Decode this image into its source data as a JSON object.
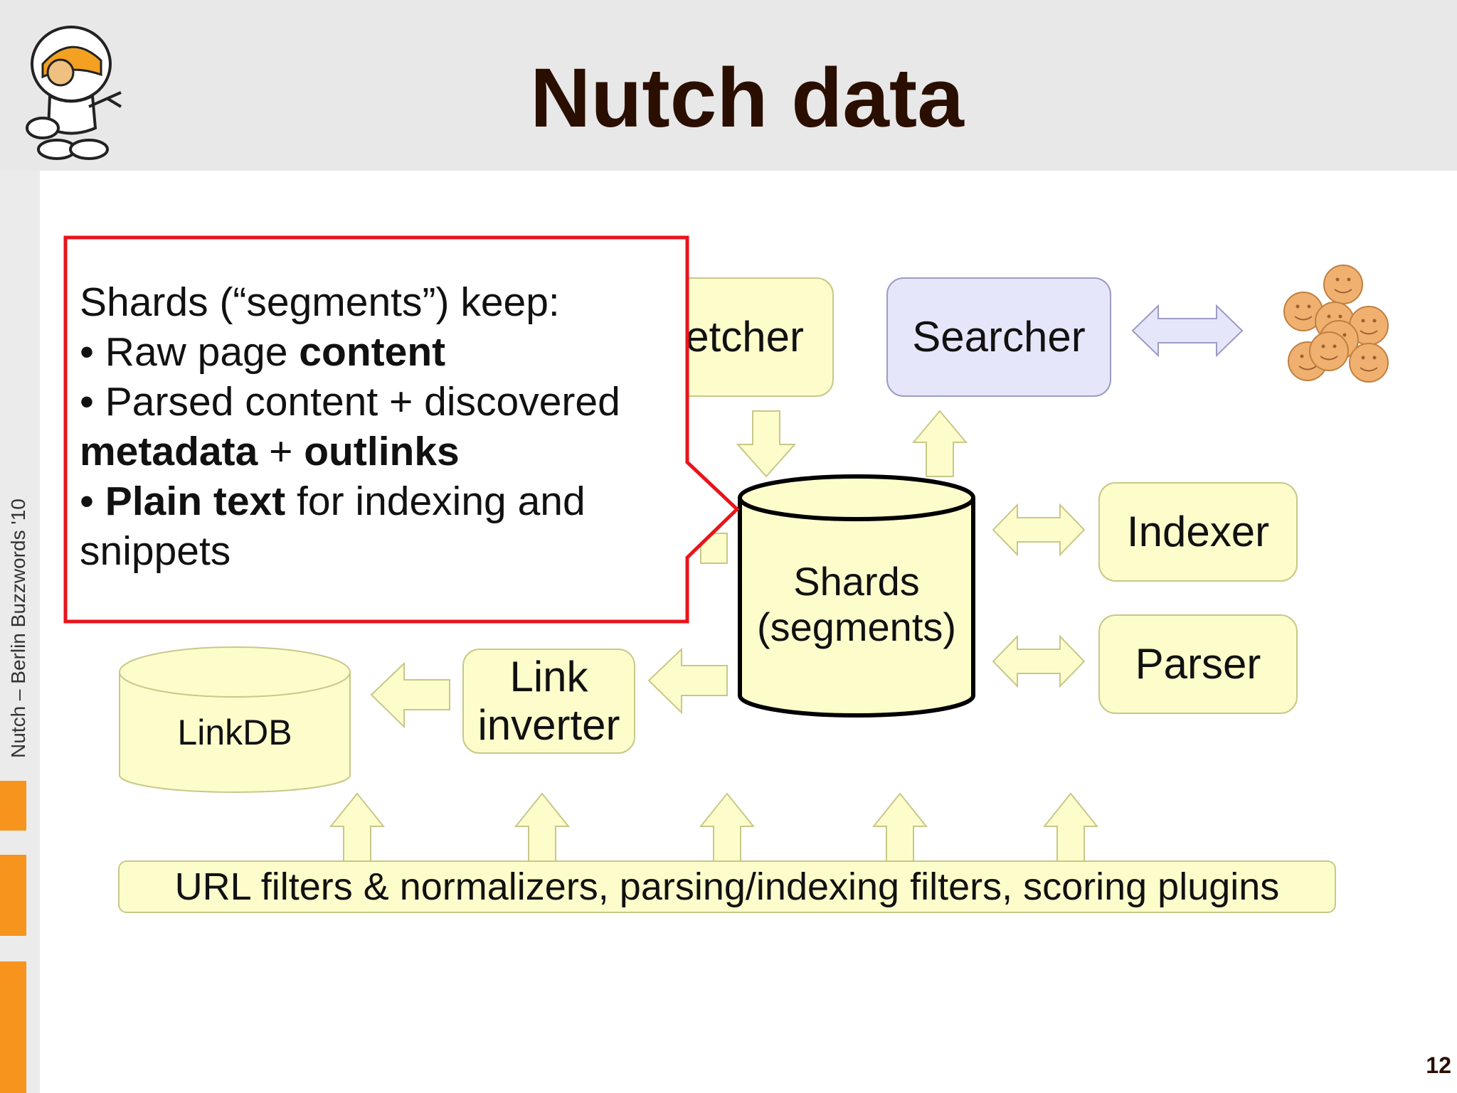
{
  "slide": {
    "title": "Nutch data",
    "side_label": "Nutch – Berlin Buzzwords '10",
    "page_number": "12"
  },
  "diagram": {
    "fetcher_label": "Fetcher",
    "searcher_label": "Searcher",
    "indexer_label": "Indexer",
    "parser_label": "Parser",
    "shards_label_line1": "Shards",
    "shards_label_line2": "(segments)",
    "link_inverter_line1": "Link",
    "link_inverter_line2": "inverter",
    "linkdb_label": "LinkDB",
    "plugins_label": "URL filters & normalizers, parsing/indexing filters, scoring plugins"
  },
  "callout": {
    "heading": "Shards (“segments”) keep:",
    "bullet1_prefix": "• Raw page ",
    "bullet1_bold": "content",
    "bullet2_text": "• Parsed content + discovered",
    "bullet2_bold1": "metadata",
    "bullet2_plus": " + ",
    "bullet2_bold2": "outlinks",
    "bullet3_prefix": "• ",
    "bullet3_bold": "Plain text",
    "bullet3_rest": " for indexing and",
    "bullet3_line2": "snippets"
  },
  "colors": {
    "box_fill": "#fdfdcc",
    "searcher_fill": "#e6e6fa",
    "callout_border": "#e8141b",
    "accent_orange": "#f7941d",
    "title_color": "#2a0e00",
    "face_fill": "#f0b070"
  }
}
